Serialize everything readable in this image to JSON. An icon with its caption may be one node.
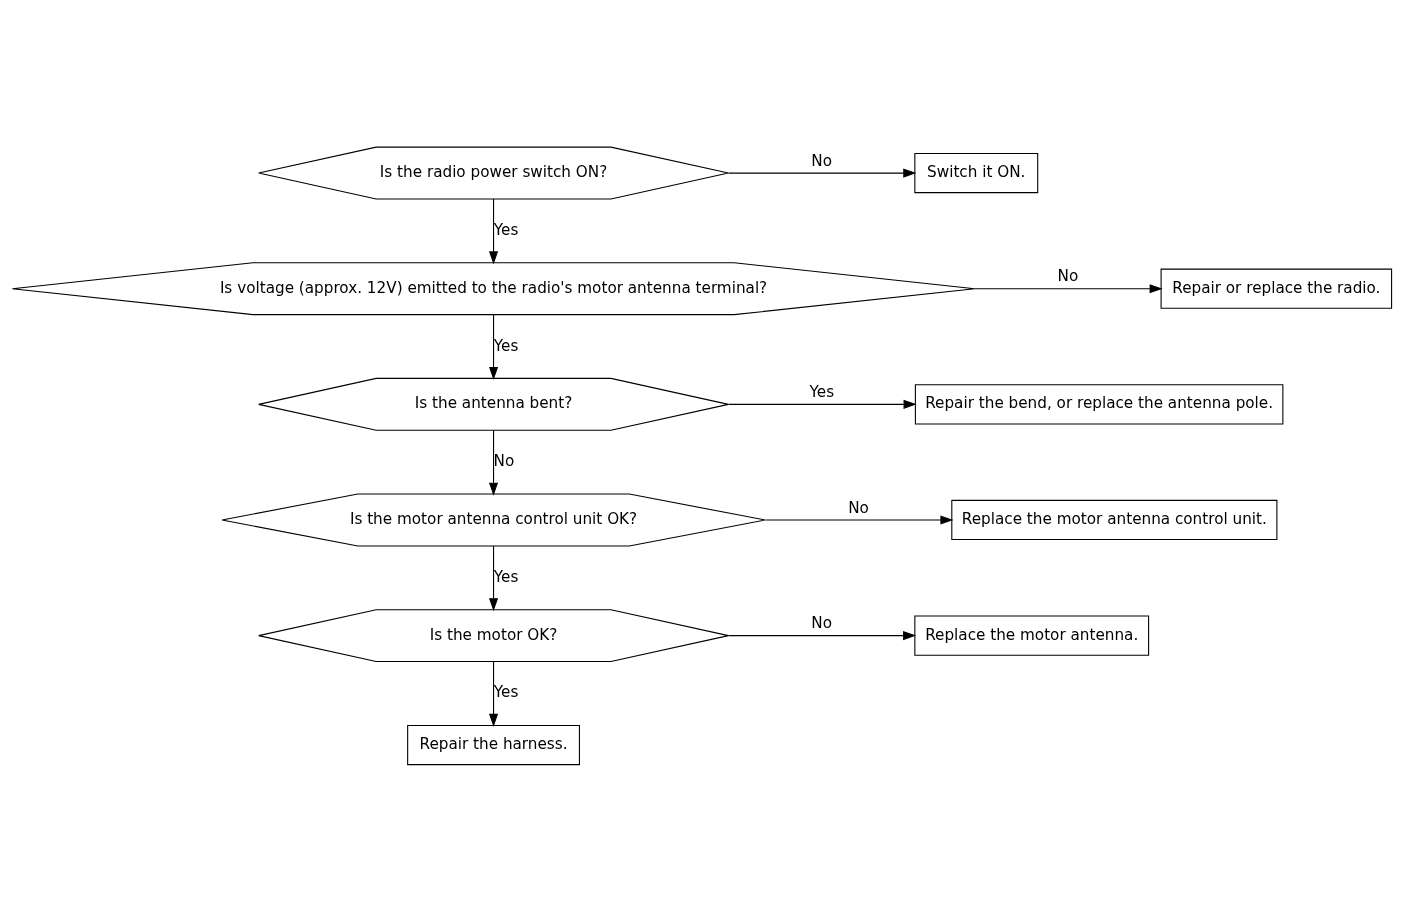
{
  "diagram": {
    "nodes": [
      {
        "text": [
          "Is the radio power switch ON?"
        ]
      },
      {
        "text": [
          "Switch it ON."
        ]
      },
      {
        "text": [
          "Is voltage (approx. 12V) emitted to the radio's motor antenna terminal?"
        ]
      },
      {
        "text": [
          "Repair or replace the radio."
        ]
      },
      {
        "text": [
          "Is the antenna bent?"
        ]
      },
      {
        "text": [
          "Repair the bend, or replace the antenna pole."
        ]
      },
      {
        "text": [
          "Is the motor antenna control unit OK?"
        ]
      },
      {
        "text": [
          "Replace the motor antenna control unit."
        ]
      },
      {
        "text": [
          "Is the motor OK?"
        ]
      },
      {
        "text": [
          "Replace the motor antenna."
        ]
      },
      {
        "text": [
          "Repair the harness."
        ]
      }
    ],
    "edges": [
      {
        "from": 0,
        "to": 1,
        "arrow": "to",
        "label": "No"
      },
      {
        "from": 0,
        "to": 2,
        "arrow": "to",
        "label": "Yes"
      },
      {
        "from": 2,
        "to": 3,
        "arrow": "to",
        "label": "No"
      },
      {
        "from": 2,
        "to": 4,
        "arrow": "to",
        "label": "Yes"
      },
      {
        "from": 4,
        "to": 5,
        "arrow": "to",
        "label": "Yes"
      },
      {
        "from": 4,
        "to": 6,
        "arrow": "to",
        "label": "No"
      },
      {
        "from": 6,
        "to": 7,
        "arrow": "to",
        "label": "No"
      },
      {
        "from": 6,
        "to": 8,
        "arrow": "to",
        "label": "Yes"
      },
      {
        "from": 8,
        "to": 9,
        "arrow": "to",
        "label": "No"
      },
      {
        "from": 8,
        "to": 10,
        "arrow": "to",
        "label": "Yes"
      }
    ]
  }
}
